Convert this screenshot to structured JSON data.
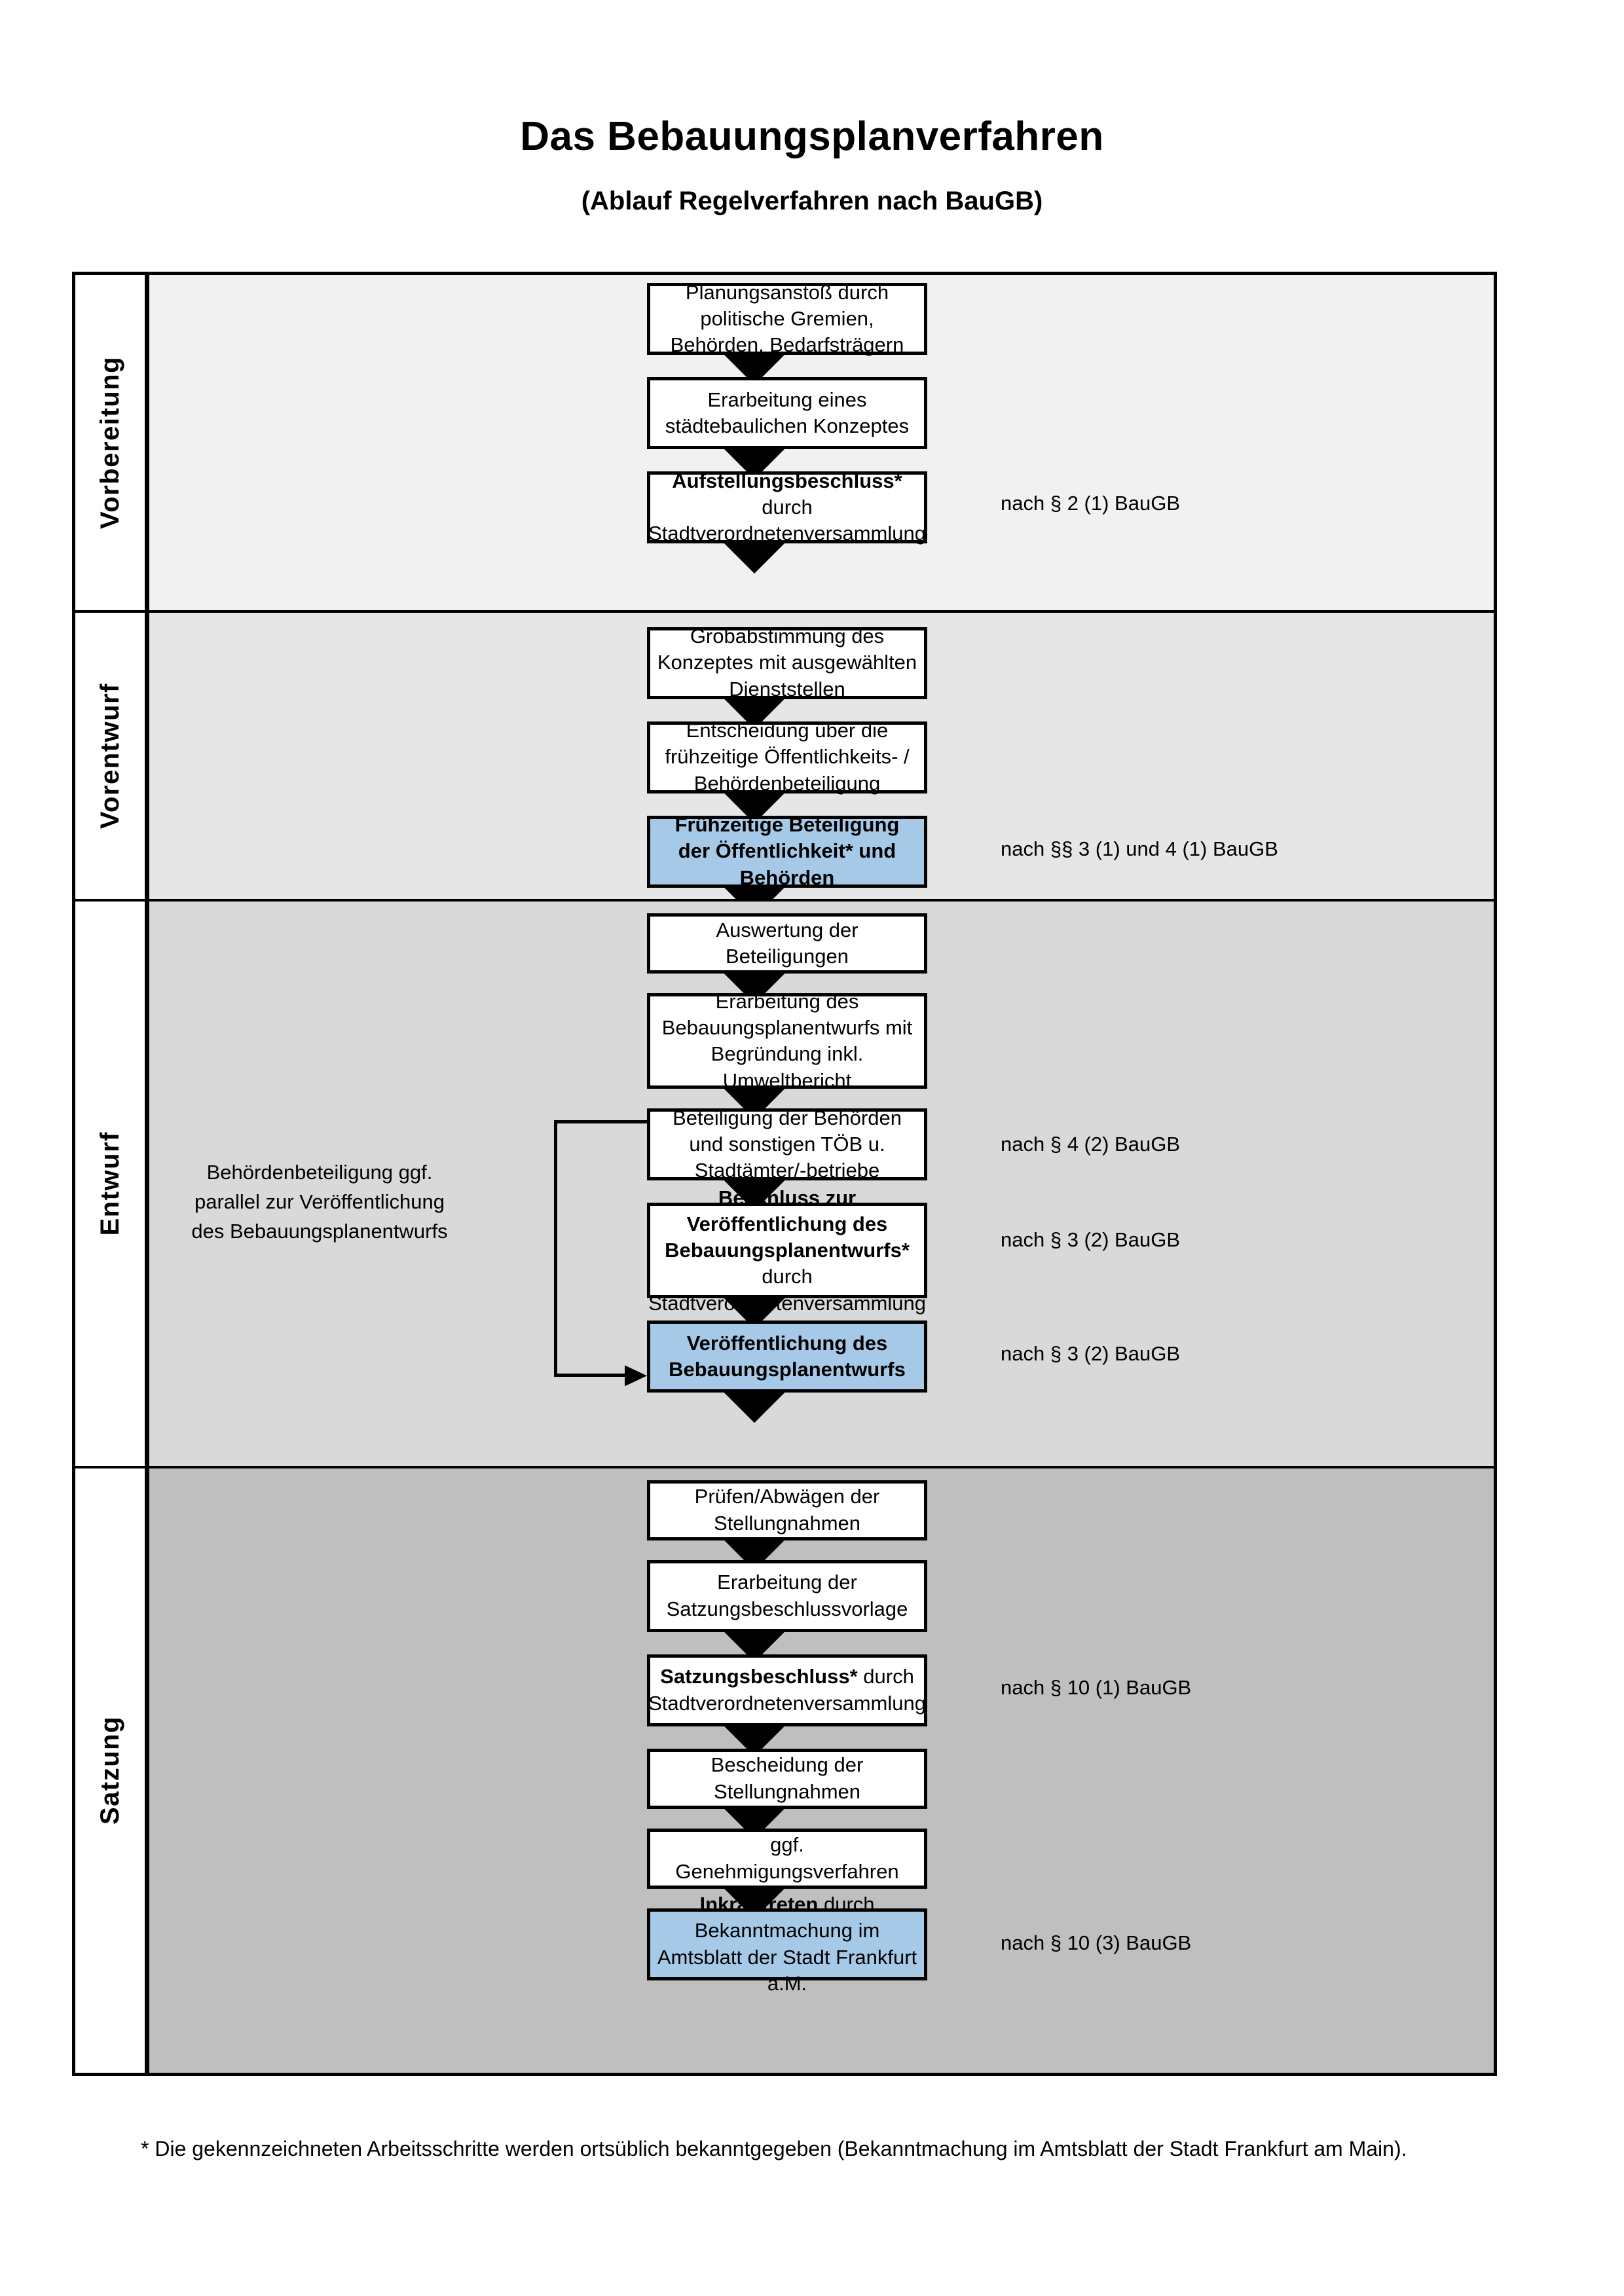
{
  "document": {
    "title": "Das Bebauungsplanverfahren",
    "subtitle": "(Ablauf Regelverfahren nach BauGB)",
    "footnote": "* Die gekennzeichneten Arbeitsschritte werden ortsüblich bekanntgegeben (Bekanntmachung im Amtsblatt  der Stadt Frankfurt am Main)."
  },
  "colors": {
    "highlight_box": "#A6C9E8",
    "band_1": "#F1F1F1",
    "band_2": "#E6E6E6",
    "band_3": "#D9D9D9",
    "band_4": "#BFBFBF",
    "outline": "#000000"
  },
  "phases": [
    {
      "label": "Vorbereitung",
      "steps": [
        {
          "text": "Planungsanstoß durch politische Gremien, Behörden, Bedarfsträgern",
          "bold_prefix": "",
          "highlight": false
        },
        {
          "text": "Erarbeitung eines städtebaulichen Konzeptes",
          "bold_prefix": "",
          "highlight": false
        },
        {
          "text": " durch Stadtverordnetenversammlung",
          "bold_prefix": "Aufstellungsbeschluss*",
          "highlight": false
        }
      ],
      "legal_refs": [
        "nach § 2 (1) BauGB"
      ]
    },
    {
      "label": "Vorentwurf",
      "steps": [
        {
          "text": "Grobabstimmung des Konzeptes mit ausgewählten Dienststellen",
          "bold_prefix": "",
          "highlight": false
        },
        {
          "text": "Entscheidung über die frühzeitige Öffentlichkeits- / Behördenbeteiligung",
          "bold_prefix": "",
          "highlight": false
        },
        {
          "text": "",
          "bold_prefix": "Frühzeitige Beteiligung der Öffentlichkeit* und Behörden",
          "highlight": true
        }
      ],
      "legal_refs": [
        "nach §§ 3 (1) und 4 (1) BauGB"
      ]
    },
    {
      "label": "Entwurf",
      "side_note": "Behördenbeteiligung ggf. parallel zur Veröffentlichung des Bebauungsplanentwurfs",
      "steps": [
        {
          "text": "Auswertung der Beteiligungen",
          "bold_prefix": "",
          "highlight": false
        },
        {
          "text": "Erarbeitung des Bebauungsplanentwurfs mit Begründung inkl. Umweltbericht",
          "bold_prefix": "",
          "highlight": false
        },
        {
          "text": "Beteiligung der Behörden und sonstigen TÖB u. Stadtämter/-betriebe",
          "bold_prefix": "",
          "highlight": false
        },
        {
          "text": " durch Stadtverordnetenversammlung",
          "bold_prefix": "Beschluss zur Veröffentlichung des Bebauungsplanentwurfs*",
          "highlight": false
        },
        {
          "text": "",
          "bold_prefix": "Veröffentlichung des Bebauungsplanentwurfs",
          "highlight": true
        }
      ],
      "legal_refs": [
        "nach § 4 (2) BauGB",
        "nach § 3 (2) BauGB",
        "nach § 3 (2) BauGB"
      ]
    },
    {
      "label": "Satzung",
      "steps": [
        {
          "text": "Prüfen/Abwägen der Stellungnahmen",
          "bold_prefix": "",
          "highlight": false
        },
        {
          "text": "Erarbeitung der Satzungsbeschlussvorlage",
          "bold_prefix": "",
          "highlight": false
        },
        {
          "text": " durch Stadtverordnetenversammlung",
          "bold_prefix": "Satzungsbeschluss*",
          "highlight": false
        },
        {
          "text": "Bescheidung der Stellungnahmen",
          "bold_prefix": "",
          "highlight": false
        },
        {
          "text": "ggf. Genehmigungsverfahren",
          "bold_prefix": "",
          "highlight": false
        },
        {
          "text": " durch Bekanntmachung im Amtsblatt der Stadt Frankfurt a.M.",
          "bold_prefix": "Inkrafttreten",
          "highlight": true
        }
      ],
      "legal_refs": [
        "nach § 10 (1) BauGB",
        "nach § 10 (3) BauGB"
      ]
    }
  ]
}
